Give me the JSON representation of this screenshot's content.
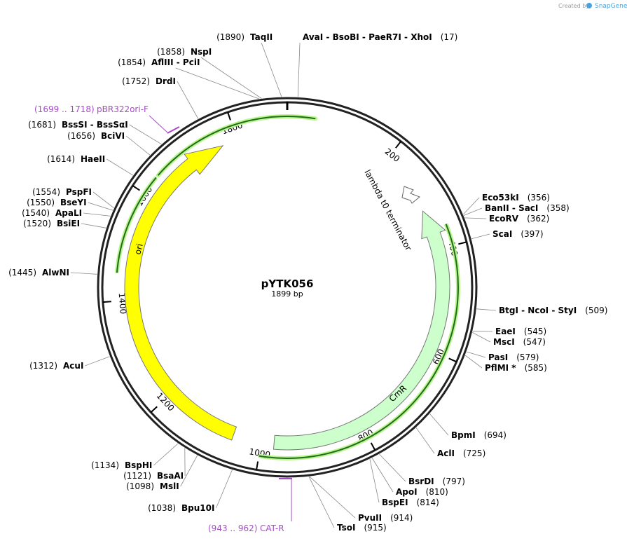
{
  "brand": {
    "created_by": "Created by",
    "name": "SnapGene"
  },
  "plasmid": {
    "name": "pYTK056",
    "length_label": "1899 bp",
    "total": 1899
  },
  "ticks": [
    {
      "label": "200",
      "pos": 200
    },
    {
      "label": "400",
      "pos": 400
    },
    {
      "label": "600",
      "pos": 600
    },
    {
      "label": "800",
      "pos": 800
    },
    {
      "label": "1000",
      "pos": 1000
    },
    {
      "label": "1200",
      "pos": 1200
    },
    {
      "label": "1400",
      "pos": 1400
    },
    {
      "label": "1600",
      "pos": 1600
    },
    {
      "label": "1800",
      "pos": 1800
    }
  ],
  "features": [
    {
      "name": "ori",
      "kind": "rep_origin",
      "color": "#ffff00",
      "start": 1055,
      "end": 1770,
      "dir": "cw"
    },
    {
      "name": "CmR",
      "kind": "cds",
      "color": "#ccffcc",
      "start": 975,
      "end": 320,
      "dir": "ccw"
    },
    {
      "name": "lambda t0 terminator",
      "kind": "terminator",
      "color": "#ffffff",
      "start": 260,
      "end": 275,
      "dir": "cw"
    }
  ],
  "primers": [
    {
      "pos": "(1699 .. 1718)",
      "name": "pBR322ori-F"
    },
    {
      "pos": "(943 .. 962)",
      "name": "CAT-R"
    }
  ],
  "sites": [
    {
      "pos": "(17)",
      "names": [
        "AvaI",
        "BsoBI",
        "PaeR7I",
        "XhoI"
      ]
    },
    {
      "pos": "(356)",
      "names": [
        "Eco53kI"
      ]
    },
    {
      "pos": "(358)",
      "names": [
        "BanII",
        "SacI"
      ]
    },
    {
      "pos": "(362)",
      "names": [
        "EcoRV"
      ]
    },
    {
      "pos": "(397)",
      "names": [
        "ScaI"
      ]
    },
    {
      "pos": "(509)",
      "names": [
        "BtgI",
        "NcoI",
        "StyI"
      ]
    },
    {
      "pos": "(545)",
      "names": [
        "EaeI"
      ]
    },
    {
      "pos": "(547)",
      "names": [
        "MscI"
      ]
    },
    {
      "pos": "(579)",
      "names": [
        "PasI"
      ]
    },
    {
      "pos": "(585)",
      "names": [
        "PflMI *"
      ]
    },
    {
      "pos": "(694)",
      "names": [
        "BpmI"
      ]
    },
    {
      "pos": "(725)",
      "names": [
        "AclI"
      ]
    },
    {
      "pos": "(797)",
      "names": [
        "BsrDI"
      ]
    },
    {
      "pos": "(810)",
      "names": [
        "ApoI"
      ]
    },
    {
      "pos": "(814)",
      "names": [
        "BspEI"
      ]
    },
    {
      "pos": "(914)",
      "names": [
        "PvuII"
      ]
    },
    {
      "pos": "(915)",
      "names": [
        "TsoI"
      ]
    },
    {
      "pos": "(1038)",
      "names": [
        "Bpu10I"
      ]
    },
    {
      "pos": "(1098)",
      "names": [
        "MslI"
      ]
    },
    {
      "pos": "(1121)",
      "names": [
        "BsaAI"
      ]
    },
    {
      "pos": "(1134)",
      "names": [
        "BspHI"
      ]
    },
    {
      "pos": "(1312)",
      "names": [
        "AcuI"
      ]
    },
    {
      "pos": "(1445)",
      "names": [
        "AlwNI"
      ]
    },
    {
      "pos": "(1520)",
      "names": [
        "BsiEI"
      ]
    },
    {
      "pos": "(1540)",
      "names": [
        "ApaLI"
      ]
    },
    {
      "pos": "(1550)",
      "names": [
        "BseYI"
      ]
    },
    {
      "pos": "(1554)",
      "names": [
        "PspFI"
      ]
    },
    {
      "pos": "(1614)",
      "names": [
        "HaeII"
      ]
    },
    {
      "pos": "(1656)",
      "names": [
        "BciVI"
      ]
    },
    {
      "pos": "(1681)",
      "names": [
        "BssSI",
        "BssSαI"
      ]
    },
    {
      "pos": "(1752)",
      "names": [
        "DrdI"
      ]
    },
    {
      "pos": "(1854)",
      "names": [
        "AflIII",
        "PciI"
      ]
    },
    {
      "pos": "(1858)",
      "names": [
        "NspI"
      ]
    },
    {
      "pos": "(1890)",
      "names": [
        "TaqII"
      ]
    }
  ]
}
